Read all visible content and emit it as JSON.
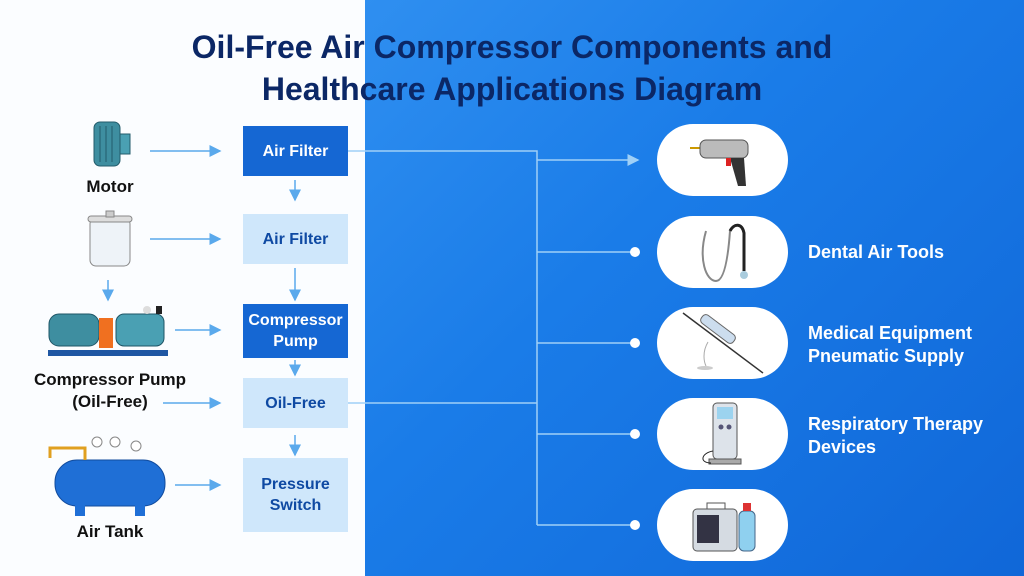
{
  "title": {
    "line1": "Oil-Free Air Compressor Components and",
    "line2": "Healthcare Applications Diagram"
  },
  "components": [
    {
      "label": "Motor",
      "icon": "motor-icon"
    },
    {
      "label": "",
      "icon": "filter-canister-icon"
    },
    {
      "label": "Compressor Pump (Oil-Free)",
      "line1": "Compressor Pump",
      "line2": "(Oil-Free)",
      "icon": "compressor-pump-icon"
    },
    {
      "label": "Air Tank",
      "icon": "air-tank-icon"
    }
  ],
  "flow": [
    {
      "label": "Air Filter",
      "style": "dark"
    },
    {
      "label": "Air Filter",
      "style": "light"
    },
    {
      "label": "Compressor Pump",
      "line1": "Compressor",
      "line2": "Pump",
      "style": "dark"
    },
    {
      "label": "Oil-Free",
      "style": "light"
    },
    {
      "label": "Pressure Switch",
      "line1": "Pressure",
      "line2": "Switch",
      "style": "light"
    }
  ],
  "applications": [
    {
      "icon": "dental-drill-icon",
      "label": ""
    },
    {
      "icon": "stethoscope-icon",
      "label": "Dental Air Tools"
    },
    {
      "icon": "handpiece-icon",
      "line1": "Medical Equipment",
      "line2": "Pneumatic Supply"
    },
    {
      "icon": "respiratory-device-icon",
      "line1": "Respiratory Therapy",
      "line2": "Devices"
    },
    {
      "icon": "medical-monitor-oxygen-icon",
      "label": ""
    }
  ],
  "colors": {
    "title": "#0b2766",
    "dark_box": "#1567d3",
    "light_box": "#cfe7fb",
    "connector": "#5aa9ec",
    "background_blue": "#1a7ce8"
  }
}
